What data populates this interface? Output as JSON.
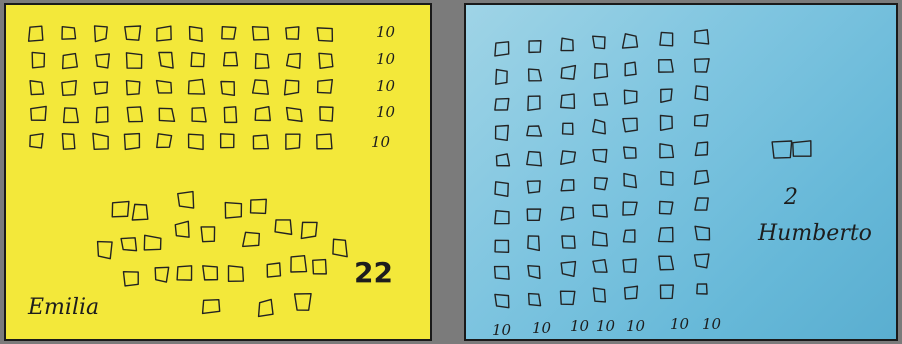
{
  "left_card": {
    "background": "#f3e83a",
    "row_counts": [
      "10",
      "10",
      "10",
      "10",
      "10"
    ],
    "total": "22",
    "name": "Emilia"
  },
  "right_card": {
    "background": "#7fc5e0",
    "column_counts": [
      "10",
      "10",
      "10",
      "10",
      "10",
      "10",
      "10"
    ],
    "total": "2",
    "name": "Humberto"
  }
}
